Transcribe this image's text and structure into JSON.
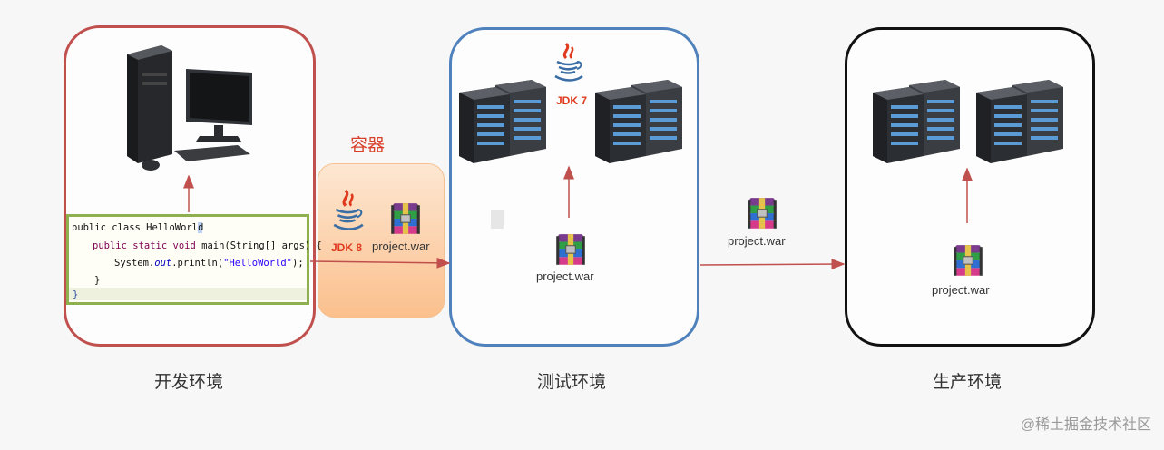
{
  "environments": {
    "dev": {
      "label": "开发环境"
    },
    "test": {
      "label": "测试环境"
    },
    "prod": {
      "label": "生产环境"
    }
  },
  "container": {
    "label": "容器"
  },
  "jdk": {
    "container": "JDK 8",
    "test": "JDK 7"
  },
  "war": {
    "container": "project.war",
    "test": "project.war",
    "transit": "project.war",
    "prod": "project.war"
  },
  "code": {
    "line1": "public class HelloWorld",
    "line2a": "public static void",
    "line2b": " main(String[] args) {",
    "line3a": "System.",
    "line3b": "out",
    "line3c": ".println(",
    "line3d": "\"HelloWorld\"",
    "line3e": ");",
    "line4": "}",
    "line5": "}"
  },
  "watermark": "@稀土掘金技术社区",
  "colors": {
    "dev_border": "#c0504d",
    "test_border": "#4f81bd",
    "prod_border": "#111111",
    "arrow": "#c0504d",
    "container_fill": "#fbc08d",
    "jdk_red": "#e03a1e"
  }
}
